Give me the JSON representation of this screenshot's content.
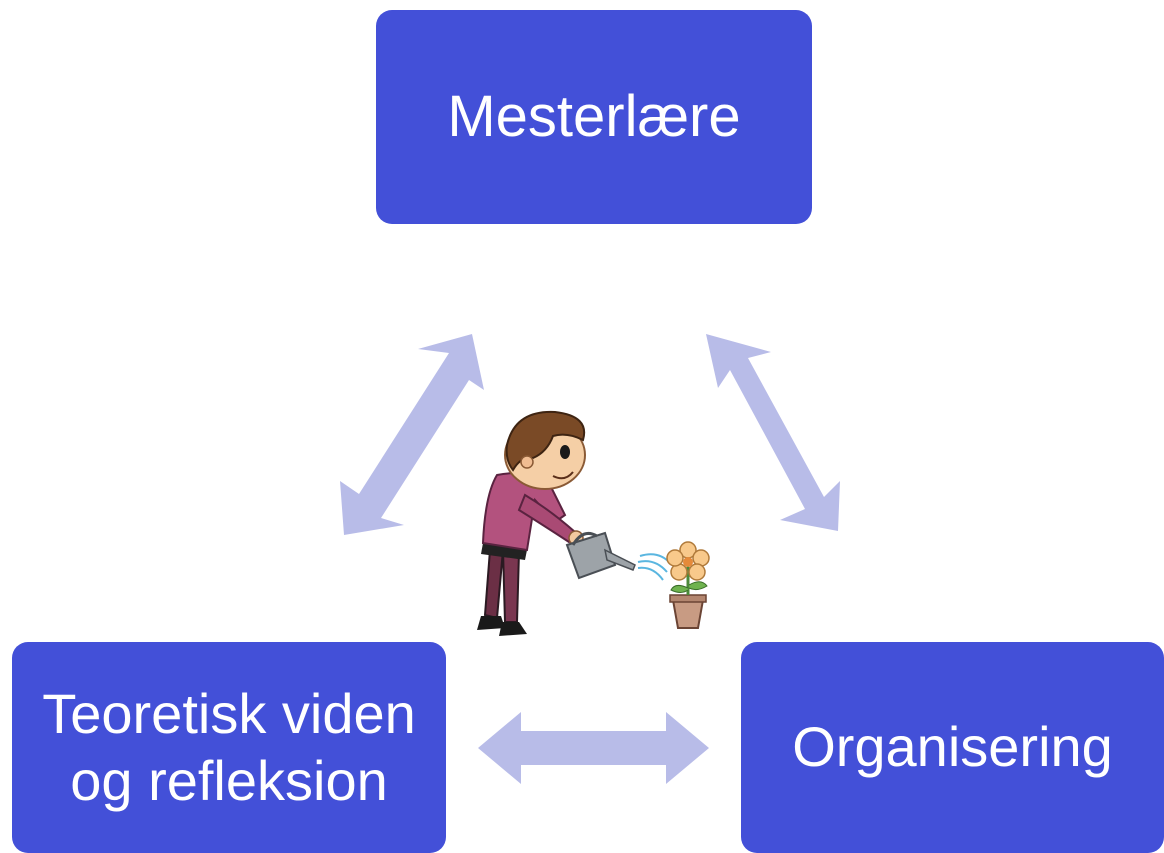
{
  "colors": {
    "box_fill": "#4350d8",
    "box_text": "#ffffff",
    "arrow_fill": "#b8bce8"
  },
  "nodes": {
    "top": {
      "label": "Mesterlære"
    },
    "bottom_left": {
      "line1": "Teoretisk viden",
      "line2": "og refleksion"
    },
    "bottom_right": {
      "label": "Organisering"
    }
  },
  "illustration": {
    "icon": "person-watering-flower-icon"
  }
}
